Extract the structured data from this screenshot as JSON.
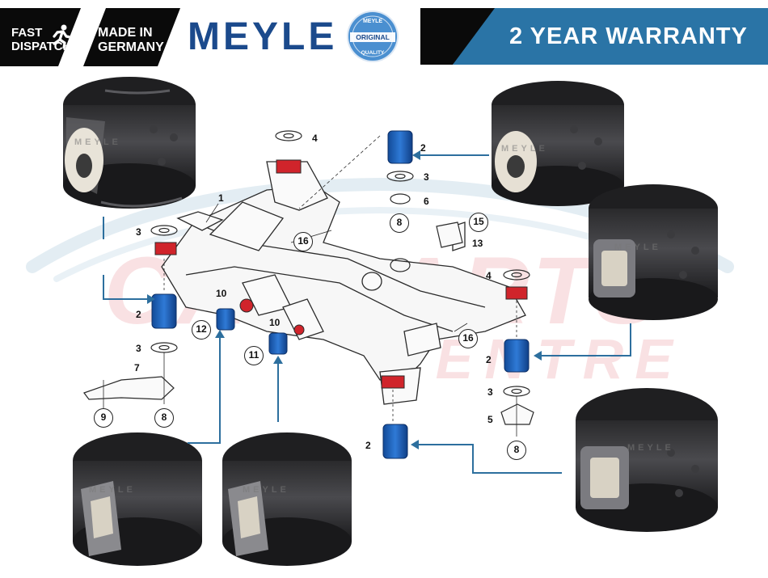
{
  "header": {
    "fast_line1": "FAST",
    "fast_line2": "DISPATCH",
    "made_line1": "MADE IN",
    "made_line2": "GERMANY",
    "brand": "MEYLE",
    "seal_top": "MEYLE",
    "seal_mid": "ORIGINAL",
    "seal_bottom": "QUALITY",
    "warranty": "2 YEAR WARRANTY"
  },
  "watermark": {
    "main": "CARPARTS",
    "sub": "CENTRE"
  },
  "bushing_brand_mark": "MEYLE",
  "parts": {
    "p1": "1",
    "p2a": "2",
    "p2b": "2",
    "p2c": "2",
    "p2d": "2",
    "p3a": "3",
    "p3b": "3",
    "p3c": "3",
    "p3d": "3",
    "p4a": "4",
    "p4b": "4",
    "p5": "5",
    "p6": "6",
    "p7": "7",
    "p8a": "8",
    "p8b": "8",
    "p8c": "8",
    "p9": "9",
    "p10a": "10",
    "p10b": "10",
    "p11": "11",
    "p12": "12",
    "p13": "13",
    "p15": "15",
    "p16a": "16",
    "p16b": "16"
  },
  "colors": {
    "header_black": "#0a0a0a",
    "brand_blue": "#1b4a8c",
    "warranty_blue": "#2a74a6",
    "highlight_blue": "#1f63b8",
    "highlight_red": "#d0242b",
    "arrow_blue": "#2d6f9e"
  }
}
